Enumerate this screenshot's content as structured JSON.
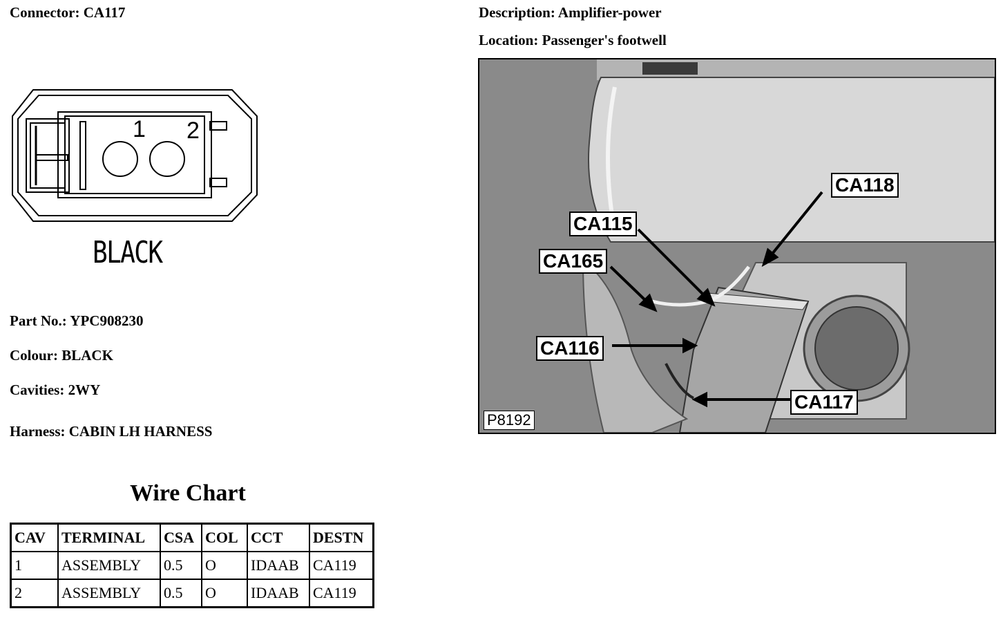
{
  "connector": {
    "label": "Connector:",
    "value": "CA117"
  },
  "description": {
    "label": "Description:",
    "value": "Amplifier-power"
  },
  "location": {
    "label": "Location:",
    "value": "Passenger's footwell"
  },
  "drawing": {
    "pin_labels": [
      "1",
      "2"
    ],
    "color_label": "BLACK"
  },
  "details": {
    "part_no": {
      "label": "Part No.:",
      "value": "YPC908230"
    },
    "colour": {
      "label": "Colour:",
      "value": "BLACK"
    },
    "cavities": {
      "label": "Cavities:",
      "value": "2WY"
    },
    "harness": {
      "label": "Harness:",
      "value": "CABIN LH HARNESS"
    }
  },
  "wire_chart": {
    "title": "Wire Chart",
    "headers": [
      "CAV",
      "TERMINAL",
      "CSA",
      "COL",
      "CCT",
      "DESTN"
    ],
    "rows": [
      [
        "1",
        "ASSEMBLY",
        "0.5",
        "O",
        "IDAAB",
        "CA119"
      ],
      [
        "2",
        "ASSEMBLY",
        "0.5",
        "O",
        "IDAAB",
        "CA119"
      ]
    ]
  },
  "photo": {
    "callouts": [
      "CA118",
      "CA115",
      "CA165",
      "CA116",
      "CA117"
    ],
    "reference": "P8192"
  }
}
